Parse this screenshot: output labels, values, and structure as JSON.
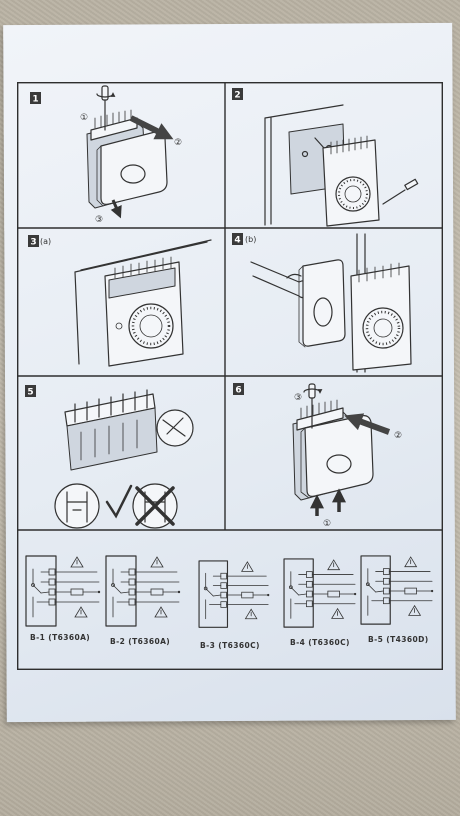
{
  "document": {
    "paper_color": "#e6ecf3",
    "ink_color": "#333333",
    "badge_color": "#3a3a3a",
    "background_color": "#b9b2a3"
  },
  "steps": [
    {
      "number": "1",
      "markers": [
        "①",
        "②",
        "③"
      ]
    },
    {
      "number": "2"
    },
    {
      "number": "3",
      "suffix": "(a)"
    },
    {
      "number": "4",
      "suffix": "(b)"
    },
    {
      "number": "5"
    },
    {
      "number": "6",
      "markers": [
        "③",
        "②",
        "①"
      ]
    }
  ],
  "wiring_diagrams": [
    {
      "label": "B-1 (T6360A)"
    },
    {
      "label": "B-2 (T6360A)"
    },
    {
      "label": "B-3 (T6360C)"
    },
    {
      "label": "B-4 (T6360C)"
    },
    {
      "label": "B-5 (T4360D)"
    }
  ]
}
